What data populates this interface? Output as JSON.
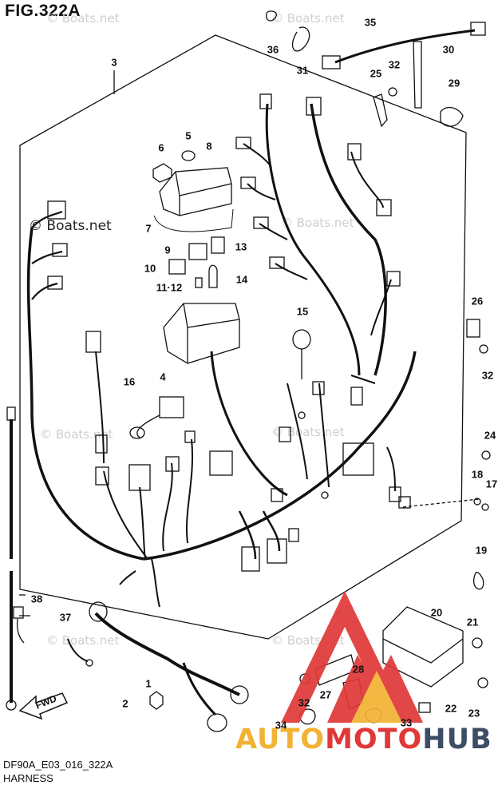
{
  "figure": {
    "title": "FIG.322A",
    "code": "DF90A_E03_016_322A",
    "caption": "HARNESS"
  },
  "watermarks": {
    "light": "© Boats.net",
    "dark": "© Boats.net"
  },
  "logo": {
    "part1": "AUTO",
    "part2": "MOTO",
    "part3": "HUB"
  },
  "fwd_label": "FWD",
  "callouts": [
    {
      "id": "c1",
      "label": "1"
    },
    {
      "id": "c2",
      "label": "2"
    },
    {
      "id": "c3",
      "label": "3"
    },
    {
      "id": "c4",
      "label": "4"
    },
    {
      "id": "c5",
      "label": "5"
    },
    {
      "id": "c6",
      "label": "6"
    },
    {
      "id": "c7",
      "label": "7"
    },
    {
      "id": "c8",
      "label": "8"
    },
    {
      "id": "c9",
      "label": "9"
    },
    {
      "id": "c10",
      "label": "10"
    },
    {
      "id": "c11",
      "label": "11·12"
    },
    {
      "id": "c13",
      "label": "13"
    },
    {
      "id": "c14",
      "label": "14"
    },
    {
      "id": "c15",
      "label": "15"
    },
    {
      "id": "c16",
      "label": "16"
    },
    {
      "id": "c17",
      "label": "17"
    },
    {
      "id": "c18",
      "label": "18"
    },
    {
      "id": "c19",
      "label": "19"
    },
    {
      "id": "c20",
      "label": "20"
    },
    {
      "id": "c21",
      "label": "21"
    },
    {
      "id": "c22",
      "label": "22"
    },
    {
      "id": "c23",
      "label": "23"
    },
    {
      "id": "c24",
      "label": "24"
    },
    {
      "id": "c25",
      "label": "25"
    },
    {
      "id": "c26",
      "label": "26"
    },
    {
      "id": "c27",
      "label": "27"
    },
    {
      "id": "c28",
      "label": "28"
    },
    {
      "id": "c29",
      "label": "29"
    },
    {
      "id": "c30",
      "label": "30"
    },
    {
      "id": "c31",
      "label": "31"
    },
    {
      "id": "c32a",
      "label": "32"
    },
    {
      "id": "c32b",
      "label": "32"
    },
    {
      "id": "c32c",
      "label": "32"
    },
    {
      "id": "c33",
      "label": "33"
    },
    {
      "id": "c34",
      "label": "34"
    },
    {
      "id": "c35",
      "label": "35"
    },
    {
      "id": "c36",
      "label": "36"
    },
    {
      "id": "c37",
      "label": "37"
    },
    {
      "id": "c38",
      "label": "38"
    }
  ],
  "colors": {
    "line": "#111111",
    "logo_red": "#e03838",
    "logo_orange": "#f2b233",
    "logo_navy": "#3d4d66"
  }
}
